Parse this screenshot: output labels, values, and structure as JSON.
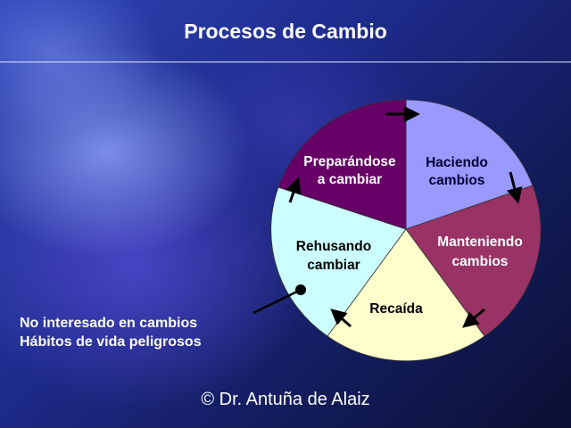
{
  "title": "Procesos de Cambio",
  "segments": [
    {
      "line1": "Haciendo",
      "line2": "cambios",
      "color": "#9999ff",
      "text_color": "#000033"
    },
    {
      "line1": "Manteniendo",
      "line2": "cambios",
      "color": "#993366",
      "text_color": "#ffffff"
    },
    {
      "line1": "Recaída",
      "line2": "",
      "color": "#ffffcc",
      "text_color": "#000000"
    },
    {
      "line1": "Rehusando",
      "line2": "cambiar",
      "color": "#ccffff",
      "text_color": "#000000"
    },
    {
      "line1": "Preparándose",
      "line2": "a cambiar",
      "color": "#660066",
      "text_color": "#ffffff"
    }
  ],
  "note": {
    "line1": "No interesado en cambios",
    "line2": "Hábitos de vida peligrosos"
  },
  "footer": "© Dr. Antuña de Alaiz"
}
